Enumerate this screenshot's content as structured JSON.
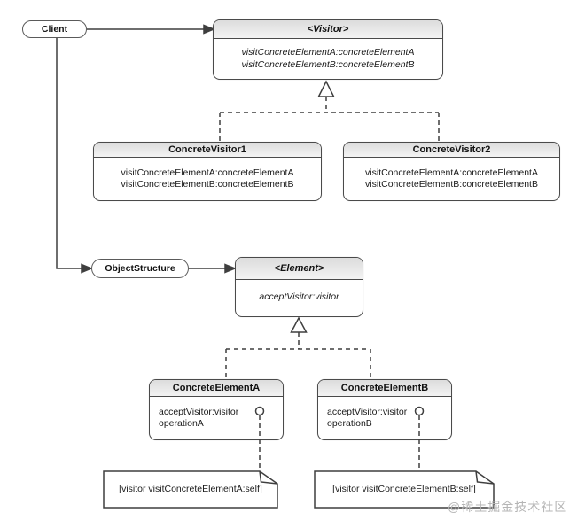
{
  "nodes": {
    "client": {
      "label": "Client"
    },
    "object_structure": {
      "label": "ObjectStructure"
    },
    "visitor": {
      "title": "<Visitor>",
      "methods": [
        "visitConcreteElementA:concreteElementA",
        "visitConcreteElementB:concreteElementB"
      ]
    },
    "concrete_visitor1": {
      "title": "ConcreteVisitor1",
      "methods": [
        "visitConcreteElementA:concreteElementA",
        "visitConcreteElementB:concreteElementB"
      ]
    },
    "concrete_visitor2": {
      "title": "ConcreteVisitor2",
      "methods": [
        "visitConcreteElementA:concreteElementA",
        "visitConcreteElementB:concreteElementB"
      ]
    },
    "element": {
      "title": "<Element>",
      "methods": [
        "acceptVisitor:visitor"
      ]
    },
    "concrete_element_a": {
      "title": "ConcreteElementA",
      "methods": [
        "acceptVisitor:visitor",
        "operationA"
      ]
    },
    "concrete_element_b": {
      "title": "ConcreteElementB",
      "methods": [
        "acceptVisitor:visitor",
        "operationB"
      ]
    }
  },
  "notes": {
    "a": {
      "text": "[visitor visitConcreteElementA:self]"
    },
    "b": {
      "text": "[visitor visitConcreteElementB:self]"
    }
  },
  "watermark": {
    "text": "@稀土掘金技术社区"
  },
  "colors": {
    "line": "#3f3f3f",
    "box_border": "#4a4a4a",
    "header_fill": "#dcdcdc",
    "background": "#ffffff",
    "watermark": "#b5b5b5"
  }
}
